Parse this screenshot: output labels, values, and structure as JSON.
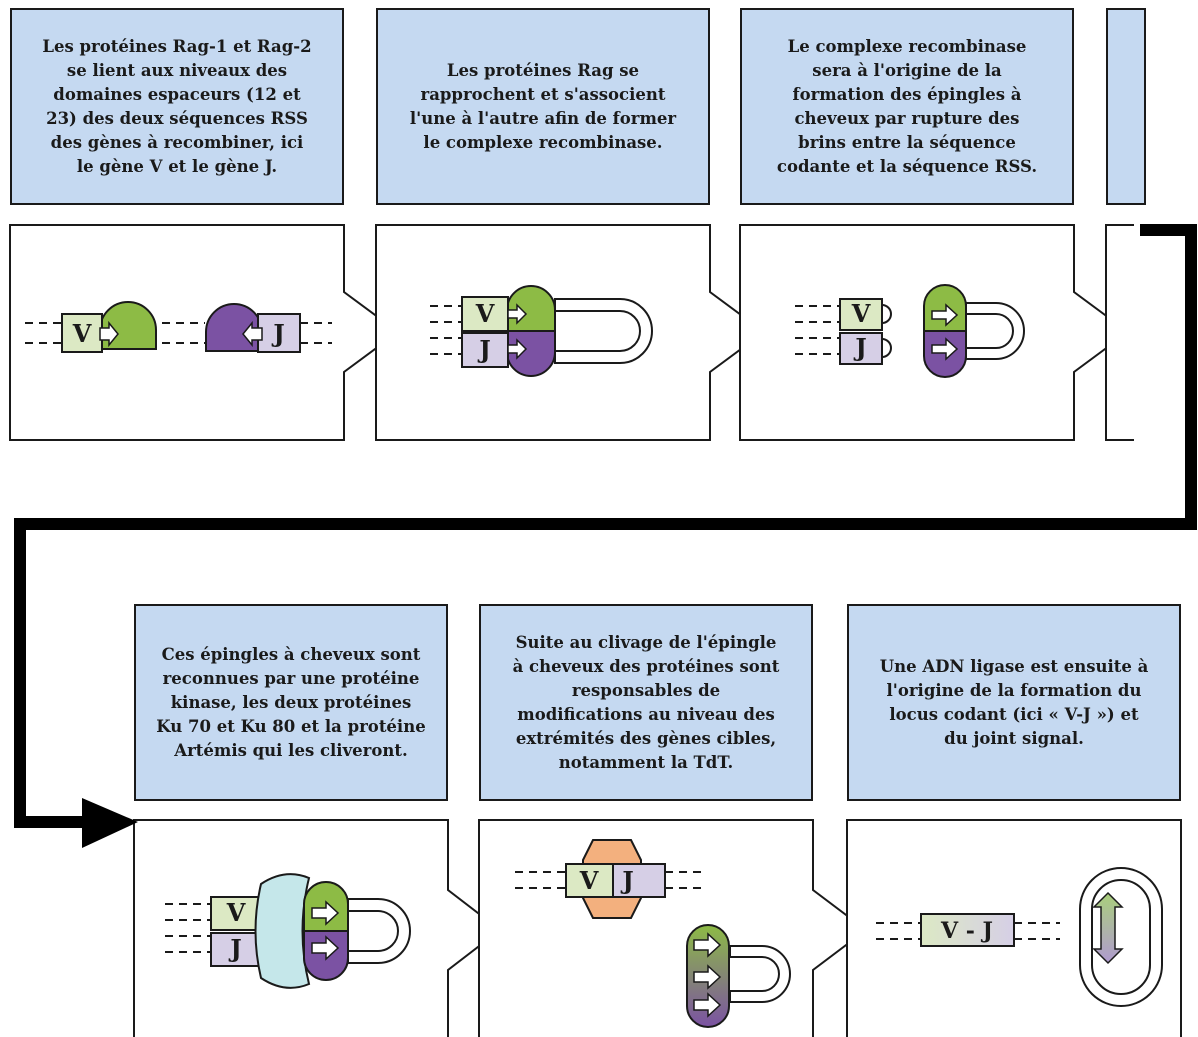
{
  "steps": [
    {
      "caption": "Les protéines Rag-1 et Rag-2\nse lient aux niveaux des\ndomaines espaceurs (12 et\n23) des deux séquences RSS\ndes gènes à recombiner, ici\nle gène V et le gène J."
    },
    {
      "caption": "Les protéines Rag se\nrapprochent et s'associent\nl'une à l'autre afin de former\nle complexe recombinase."
    },
    {
      "caption": "Le complexe recombinase\nsera à l'origine de la\nformation des épingles à\ncheveux par rupture des\nbrins entre la séquence\ncodante et la séquence RSS."
    },
    {
      "caption": "Ces épingles à cheveux sont\nreconnues par une protéine\nkinase, les deux protéines\nKu 70 et Ku 80 et la protéine\nArtémis qui les cliveront."
    },
    {
      "caption": "Suite au clivage de l'épingle\nà cheveux des protéines sont\nresponsables de\nmodifications au niveau des\nextrémités des gènes cibles,\nnotamment la TdT."
    },
    {
      "caption": "Une ADN ligase est ensuite à\nl'origine de la formation du\nlocus codant (ici « V-J ») et\ndu joint signal."
    }
  ],
  "genes": {
    "v": "V",
    "j": "J",
    "vj": "V - J"
  },
  "colors": {
    "caption_bg": "#c5d9f1",
    "gene_v": "#dce9c4",
    "gene_j": "#d6cfe6",
    "rag1": "#8dbb45",
    "rag2": "#7b52a3",
    "ku": "#c5e7ea",
    "tdt": "#f3b07e",
    "outline": "#1a1a1a"
  }
}
